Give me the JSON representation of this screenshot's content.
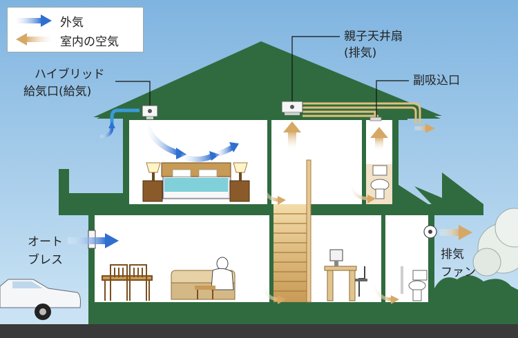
{
  "legend": {
    "outside_air": "外気",
    "indoor_air": "室内の空気"
  },
  "labels": {
    "hybrid_inlet_line1": "ハイブリッド",
    "hybrid_inlet_line2": "給気口(給気)",
    "parent_fan_line1": "親子天井扇",
    "parent_fan_line2": "(排気)",
    "sub_inlet": "副吸込口",
    "auto_breath_line1": "オート",
    "auto_breath_line2": "ブレス",
    "exhaust_fan_line1": "排気",
    "exhaust_fan_line2": "ファン"
  },
  "colors": {
    "outside_air": "#3a7bd5",
    "indoor_air": "#d9b27a",
    "house_frame": "#2f6b3f",
    "sky": "#8fc1e6",
    "ground": "#333333"
  }
}
